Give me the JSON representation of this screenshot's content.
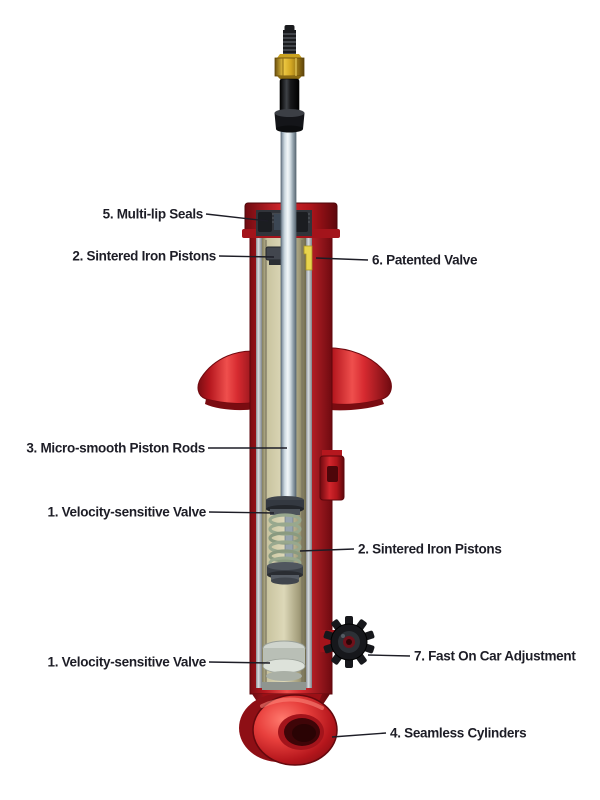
{
  "diagram": {
    "name": "Shock absorber cutaway diagram",
    "colors": {
      "body_red": "#cf2027",
      "rod_steel": "#c6d2da",
      "inner_tan": "#cfcaa8",
      "brass": "#d9ae2c",
      "black": "#17181a",
      "label_text": "#1d1d26"
    },
    "labels": [
      {
        "id": "multi-lip-seals",
        "text": "5. Multi-lip Seals",
        "side": "left"
      },
      {
        "id": "sintered-iron-pistons-upper",
        "text": "2. Sintered Iron Pistons",
        "side": "left"
      },
      {
        "id": "patented-valve",
        "text": "6. Patented Valve",
        "side": "right"
      },
      {
        "id": "micro-smooth-piston-rods",
        "text": "3. Micro-smooth Piston Rods",
        "side": "left"
      },
      {
        "id": "velocity-sensitive-valve-upper",
        "text": "1. Velocity-sensitive Valve",
        "side": "left"
      },
      {
        "id": "sintered-iron-pistons-lower",
        "text": "2. Sintered Iron Pistons",
        "side": "right"
      },
      {
        "id": "velocity-sensitive-valve-lower",
        "text": "1. Velocity-sensitive Valve",
        "side": "left"
      },
      {
        "id": "fast-on-car-adjustment",
        "text": "7. Fast On Car Adjustment",
        "side": "right"
      },
      {
        "id": "seamless-cylinders",
        "text": "4. Seamless Cylinders",
        "side": "right"
      }
    ]
  }
}
